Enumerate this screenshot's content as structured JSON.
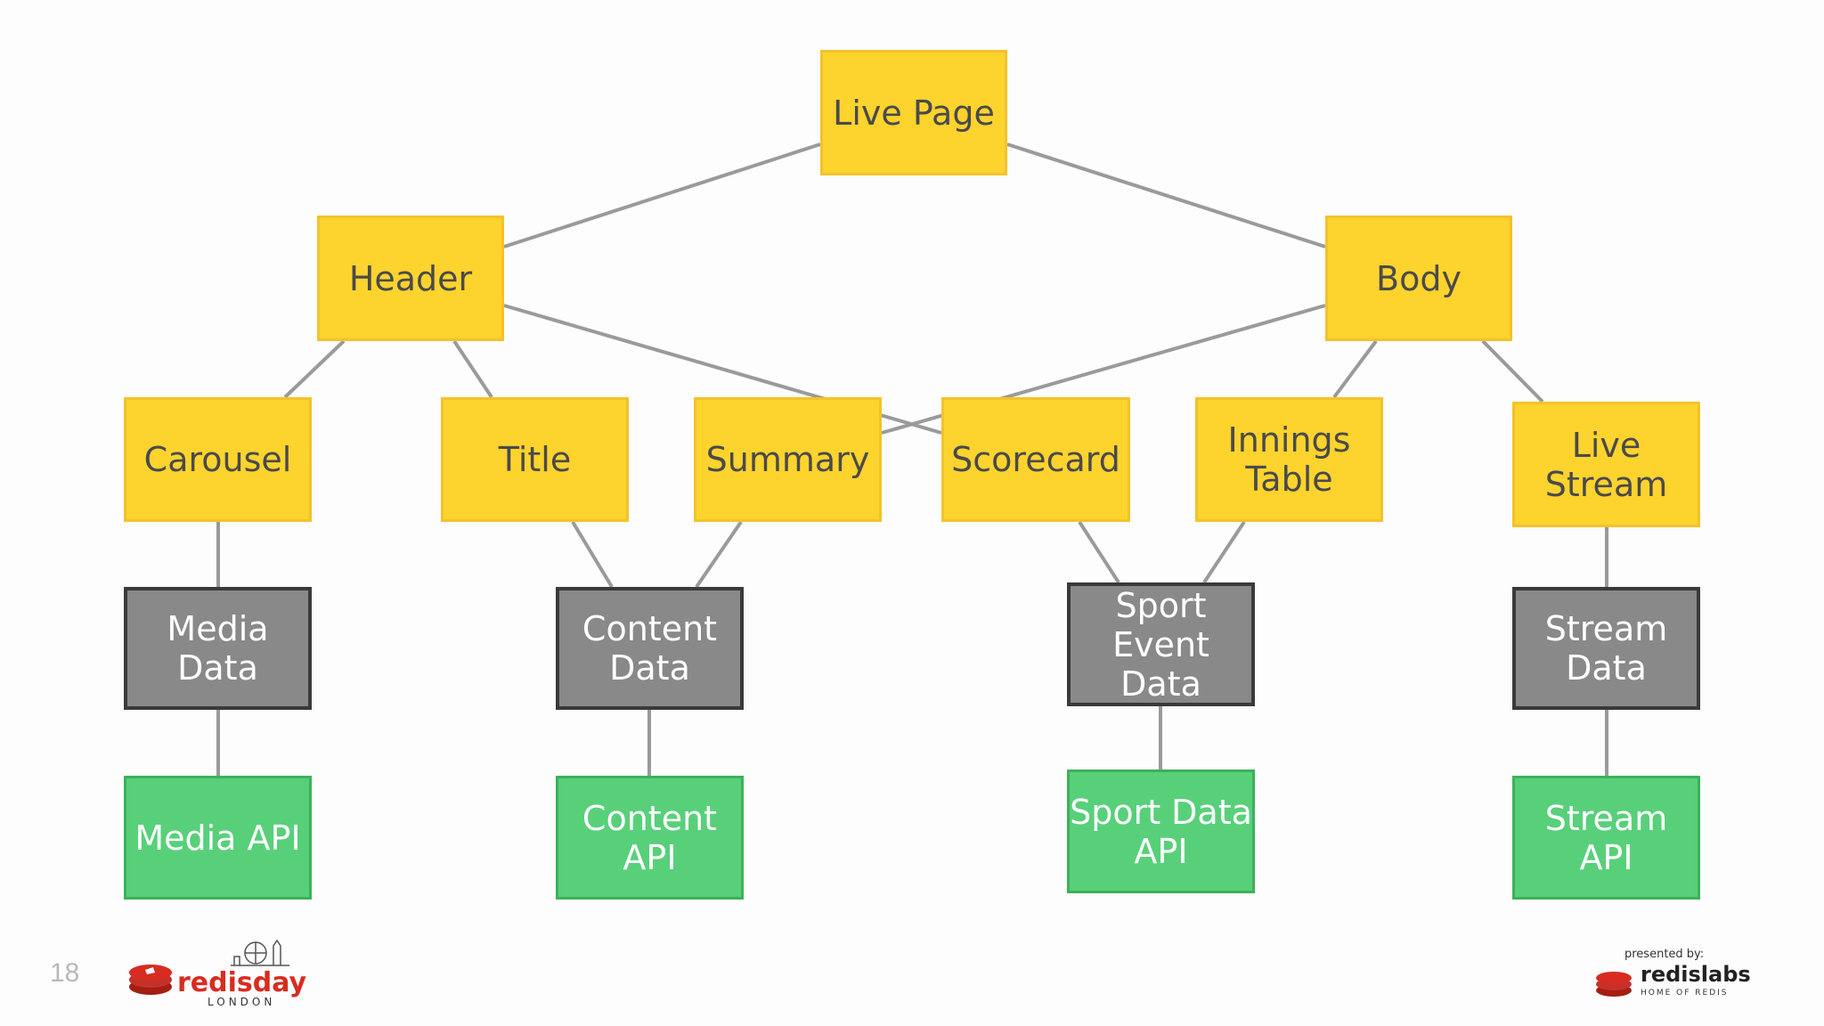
{
  "diagram": {
    "nodes": {
      "live_page": {
        "label": "Live Page"
      },
      "header": {
        "label": "Header"
      },
      "body": {
        "label": "Body"
      },
      "carousel": {
        "label": "Carousel"
      },
      "title": {
        "label": "Title"
      },
      "summary": {
        "label": "Summary"
      },
      "scorecard": {
        "label": "Scorecard"
      },
      "innings_table": {
        "label": "Innings\nTable"
      },
      "live_stream": {
        "label": "Live\nStream"
      },
      "media_data": {
        "label": "Media\nData"
      },
      "content_data": {
        "label": "Content\nData"
      },
      "sport_event_data": {
        "label": "Sport\nEvent Data"
      },
      "stream_data": {
        "label": "Stream\nData"
      },
      "media_api": {
        "label": "Media API"
      },
      "content_api": {
        "label": "Content\nAPI"
      },
      "sport_data_api": {
        "label": "Sport Data\nAPI"
      },
      "stream_api": {
        "label": "Stream API"
      }
    },
    "edges": [
      [
        "live_page",
        "header"
      ],
      [
        "live_page",
        "body"
      ],
      [
        "header",
        "carousel"
      ],
      [
        "header",
        "title"
      ],
      [
        "header",
        "scorecard"
      ],
      [
        "body",
        "summary"
      ],
      [
        "body",
        "innings_table"
      ],
      [
        "body",
        "live_stream"
      ],
      [
        "carousel",
        "media_data"
      ],
      [
        "title",
        "content_data"
      ],
      [
        "summary",
        "content_data"
      ],
      [
        "scorecard",
        "sport_event_data"
      ],
      [
        "innings_table",
        "sport_event_data"
      ],
      [
        "live_stream",
        "stream_data"
      ],
      [
        "media_data",
        "media_api"
      ],
      [
        "content_data",
        "content_api"
      ],
      [
        "sport_event_data",
        "sport_data_api"
      ],
      [
        "stream_data",
        "stream_api"
      ]
    ],
    "colors": {
      "page_component": "#fdd32e",
      "data_node": "#898989",
      "api_node": "#58d07a",
      "edge": "#9a9a9a"
    }
  },
  "footer": {
    "slide_number": "18",
    "left_brand": {
      "name": "redisday",
      "location": "LONDON"
    },
    "right_brand": {
      "presented_by": "presented by:",
      "name": "redislabs",
      "tagline": "HOME OF REDIS"
    }
  }
}
